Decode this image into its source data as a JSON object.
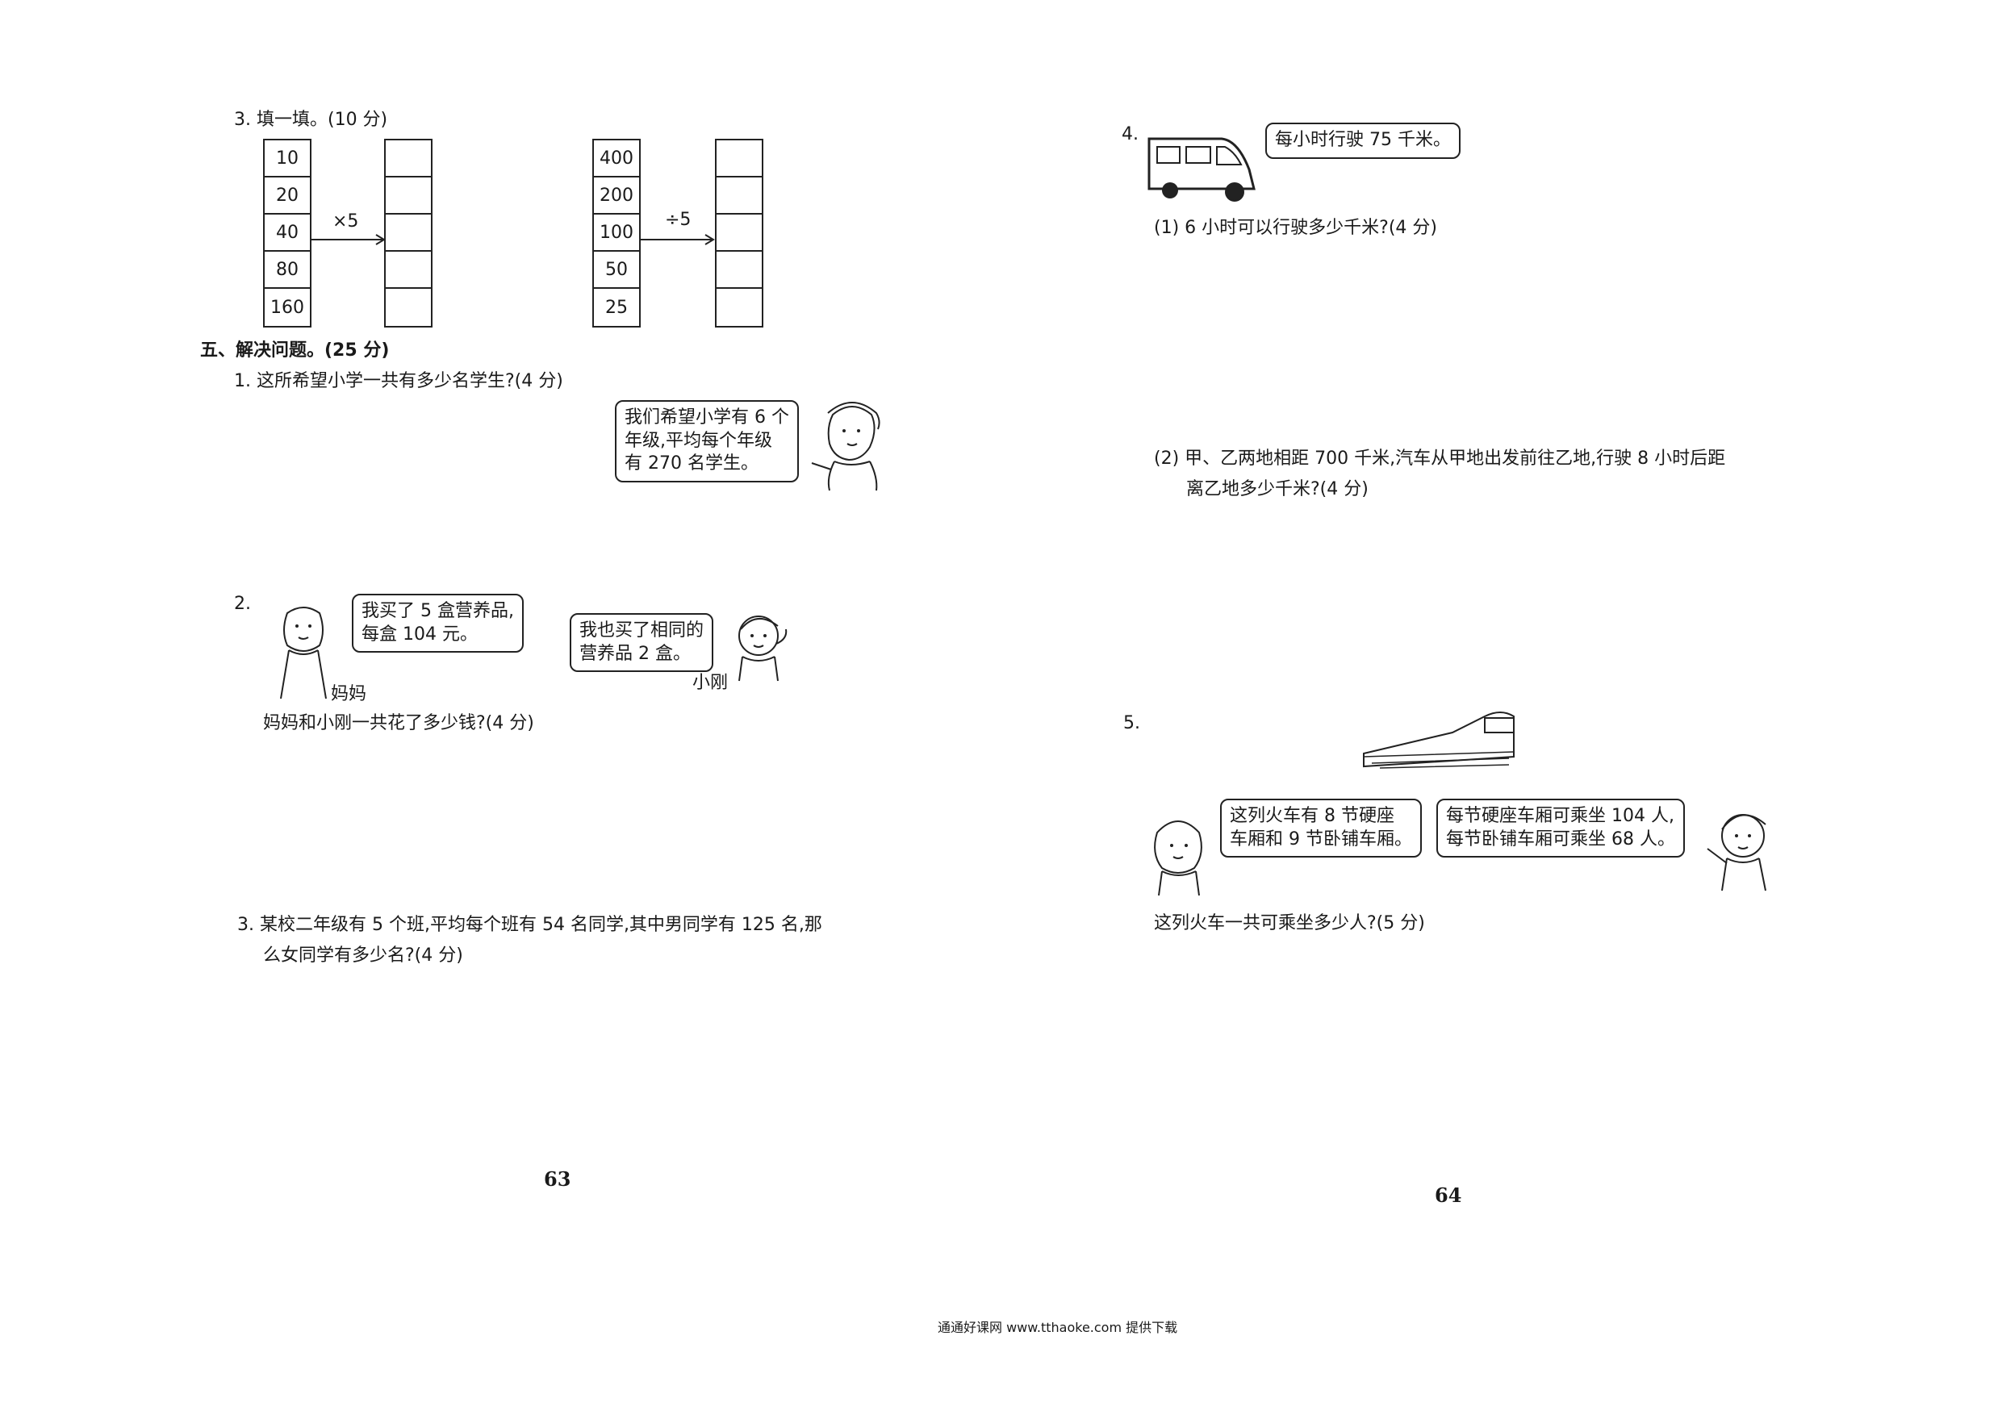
{
  "left_page": {
    "q3_fill": {
      "title": "3. 填一填。(10 分)",
      "table1": {
        "inputs": [
          "10",
          "20",
          "40",
          "80",
          "160"
        ],
        "operation": "×5"
      },
      "table2": {
        "inputs": [
          "400",
          "200",
          "100",
          "50",
          "25"
        ],
        "operation": "÷5"
      }
    },
    "section5": {
      "title": "五、解决问题。(25 分)",
      "q1": {
        "question": "1. 这所希望小学一共有多少名学生?(4 分)",
        "bubble": [
          "我们希望小学有 6 个",
          "年级,平均每个年级",
          "有 270 名学生。"
        ]
      },
      "q2": {
        "number": "2.",
        "mom_bubble": [
          "我买了 5 盒营养品,",
          "每盒 104 元。"
        ],
        "mom_label": "妈妈",
        "boy_bubble": [
          "我也买了相同的",
          "营养品 2 盒。"
        ],
        "boy_label": "小刚",
        "question": "妈妈和小刚一共花了多少钱?(4 分)"
      },
      "q3": {
        "lines": [
          "3. 某校二年级有 5 个班,平均每个班有 54 名同学,其中男同学有 125 名,那",
          "么女同学有多少名?(4 分)"
        ]
      }
    },
    "page_number": "63"
  },
  "right_page": {
    "q4": {
      "number": "4.",
      "bus_bubble": "每小时行驶 75 千米。",
      "sub1": "(1) 6 小时可以行驶多少千米?(4 分)",
      "sub2_lines": [
        "(2) 甲、乙两地相距 700 千米,汽车从甲地出发前往乙地,行驶 8 小时后距",
        "离乙地多少千米?(4 分)"
      ]
    },
    "q5": {
      "number": "5.",
      "girl_bubble": [
        "这列火车有 8 节硬座",
        "车厢和 9 节卧铺车厢。"
      ],
      "boy_bubble": [
        "每节硬座车厢可乘坐 104 人,",
        "每节卧铺车厢可乘坐 68 人。"
      ],
      "question": "这列火车一共可乘坐多少人?(5 分)"
    },
    "page_number": "64"
  },
  "footer": "通通好课网 www.tthaoke.com 提供下载"
}
